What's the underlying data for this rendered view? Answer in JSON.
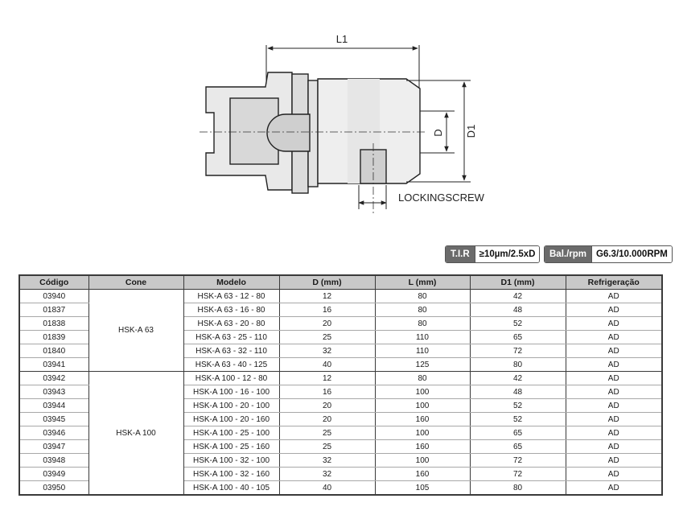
{
  "drawing": {
    "labels": {
      "l1": "L1",
      "d": "D",
      "d1": "D1",
      "locking_screw": "LOCKINGSCREW"
    }
  },
  "badges": {
    "tir": {
      "key": "T.I.R",
      "value": "≥10µm/2.5xD"
    },
    "bal": {
      "key": "Bal./rpm",
      "value": "G6.3/10.000RPM"
    }
  },
  "table": {
    "headers": [
      "Código",
      "Cone",
      "Modelo",
      "D (mm)",
      "L (mm)",
      "D1 (mm)",
      "Refrigeração"
    ],
    "groups": [
      {
        "cone": "HSK-A 63",
        "rows": [
          [
            "03940",
            "HSK-A 63 - 12 - 80",
            "12",
            "80",
            "42",
            "AD"
          ],
          [
            "01837",
            "HSK-A 63 - 16 - 80",
            "16",
            "80",
            "48",
            "AD"
          ],
          [
            "01838",
            "HSK-A 63 - 20 - 80",
            "20",
            "80",
            "52",
            "AD"
          ],
          [
            "01839",
            "HSK-A 63 - 25 - 110",
            "25",
            "110",
            "65",
            "AD"
          ],
          [
            "01840",
            "HSK-A 63 - 32 - 110",
            "32",
            "110",
            "72",
            "AD"
          ],
          [
            "03941",
            "HSK-A 63 - 40 - 125",
            "40",
            "125",
            "80",
            "AD"
          ]
        ]
      },
      {
        "cone": "HSK-A 100",
        "rows": [
          [
            "03942",
            "HSK-A 100 - 12 - 80",
            "12",
            "80",
            "42",
            "AD"
          ],
          [
            "03943",
            "HSK-A 100 - 16 - 100",
            "16",
            "100",
            "48",
            "AD"
          ],
          [
            "03944",
            "HSK-A 100 - 20 - 100",
            "20",
            "100",
            "52",
            "AD"
          ],
          [
            "03945",
            "HSK-A 100 - 20 - 160",
            "20",
            "160",
            "52",
            "AD"
          ],
          [
            "03946",
            "HSK-A 100 - 25 - 100",
            "25",
            "100",
            "65",
            "AD"
          ],
          [
            "03947",
            "HSK-A 100 - 25 - 160",
            "25",
            "160",
            "65",
            "AD"
          ],
          [
            "03948",
            "HSK-A 100 - 32 - 100",
            "32",
            "100",
            "72",
            "AD"
          ],
          [
            "03949",
            "HSK-A 100 - 32 - 160",
            "32",
            "160",
            "72",
            "AD"
          ],
          [
            "03950",
            "HSK-A 100 - 40 - 105",
            "40",
            "105",
            "80",
            "AD"
          ]
        ]
      }
    ]
  }
}
